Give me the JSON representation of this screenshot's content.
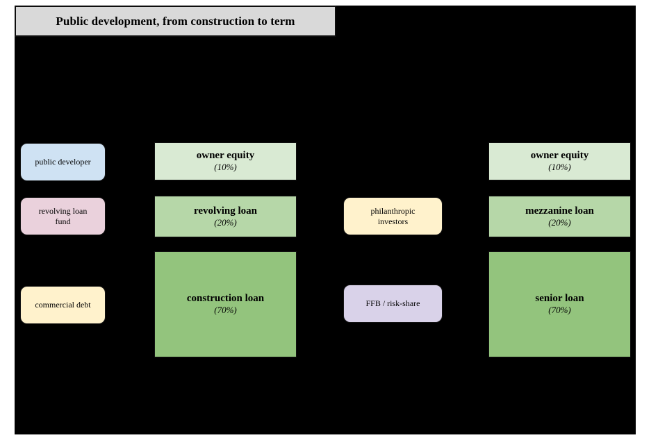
{
  "title": "Public development, from construction to term",
  "palette": {
    "page_bg": "#ffffff",
    "canvas_bg": "#000000",
    "title_bg": "#d9d9d9",
    "title_text": "#000000",
    "public_developer": "#cfe2f3",
    "revolving_loan_fund": "#ead1dc",
    "commercial_debt": "#fff2cc",
    "philanthropic_investors": "#fff2cc",
    "ffb_risk_share": "#d9d2e9",
    "equity_tier": "#d9ead3",
    "mezzanine_tier": "#b6d7a8",
    "senior_tier": "#93c47d"
  },
  "construction_phase": {
    "entities": [
      {
        "label": "public developer"
      },
      {
        "label": "revolving loan\nfund"
      },
      {
        "label": "commercial debt"
      }
    ],
    "stack": [
      {
        "label": "owner equity",
        "share": "(10%)"
      },
      {
        "label": "revolving loan",
        "share": "(20%)"
      },
      {
        "label": "construction loan",
        "share": "(70%)"
      }
    ]
  },
  "term_phase": {
    "entities": [
      {
        "label": "philanthropic\ninvestors"
      },
      {
        "label": "FFB / risk-share"
      }
    ],
    "stack": [
      {
        "label": "owner equity",
        "share": "(10%)"
      },
      {
        "label": "mezzanine loan",
        "share": "(20%)"
      },
      {
        "label": "senior loan",
        "share": "(70%)"
      }
    ]
  }
}
